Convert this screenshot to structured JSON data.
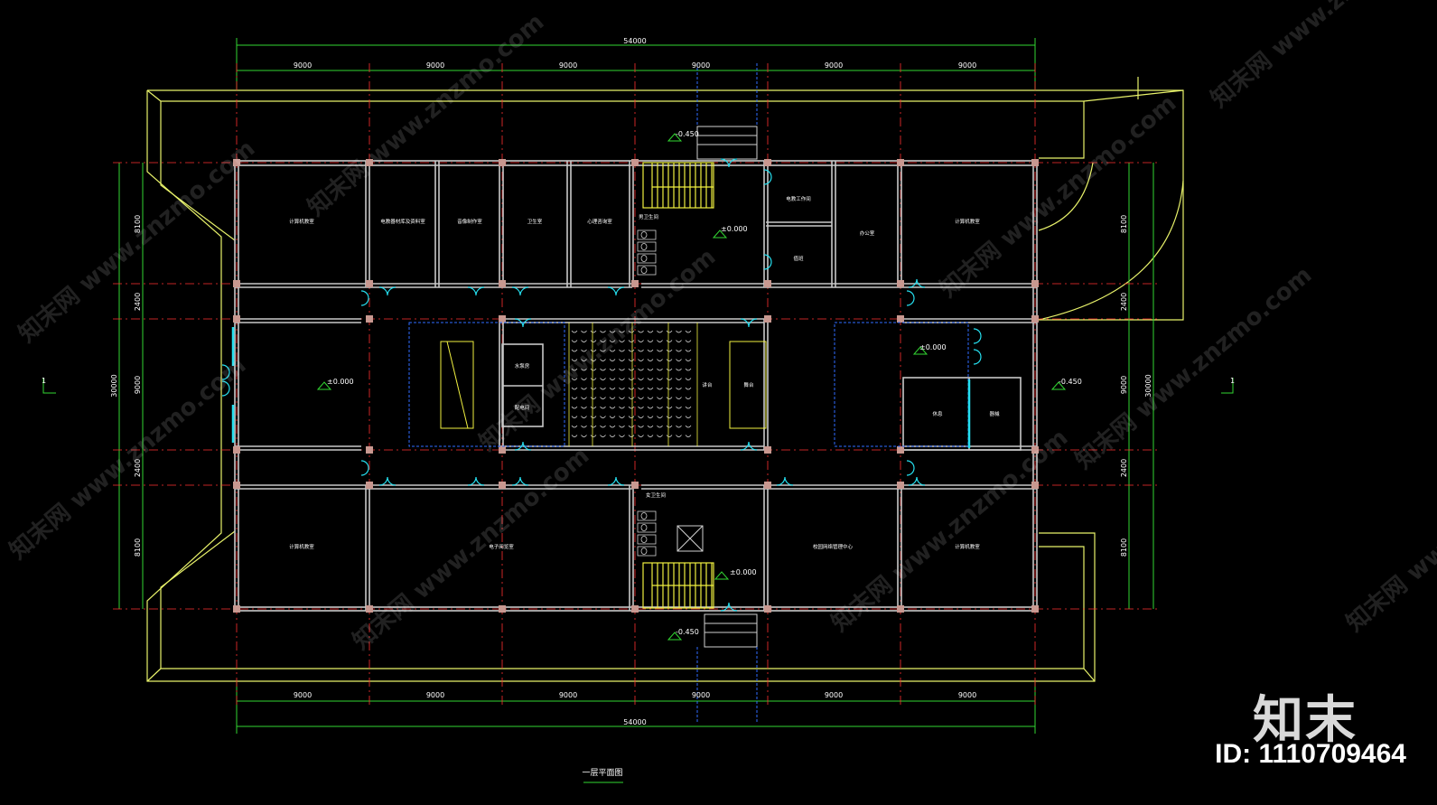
{
  "drawing": {
    "title": "一层平面图",
    "colors": {
      "background": "#000000",
      "outline": "#e8f26a",
      "dimension": "#32d632",
      "wall": "#c8c8c8",
      "axis": "#ff3030",
      "door": "#25e0f0",
      "stair": "#f0f040",
      "room_text": "#ffffff",
      "dashed": "#2f6cff"
    },
    "dims": {
      "overall_top": "54000",
      "overall_bottom": "54000",
      "bays": [
        "9000",
        "9000",
        "9000",
        "9000",
        "9000",
        "9000"
      ],
      "overall_side": "30000",
      "side_segments": [
        "8100",
        "2400",
        "9000",
        "2400",
        "8100"
      ]
    },
    "levels": {
      "entry_top": "-0.450",
      "entry_bottom": "-0.450",
      "entry_right": "-0.450",
      "stair_top": "±0.000",
      "stair_bottom": "±0.000",
      "hall_left": "±0.000",
      "hall_right": "±0.000"
    },
    "section_mark": "1",
    "rooms": {
      "r1": "计算机教室",
      "r2": "电教器材库及资料室",
      "r3": "音像制作室",
      "r4": "卫生室",
      "r5": "心理咨询室",
      "r6": "男卫生间",
      "r7": "电教工作间",
      "r8": "值班",
      "r9": "办公室",
      "r10": "计算机教室",
      "r11": "水泵房",
      "r12": "配电间",
      "r13": "讲台",
      "r14": "舞台",
      "r15": "休息",
      "r16": "器械",
      "r17": "女卫生间",
      "r18": "计算机教室",
      "r19": "电子阅览室",
      "r20": "校园网络管理中心",
      "r21": "计算机教室"
    },
    "watermark": {
      "brand": "知末",
      "id": "ID: 1110709464",
      "site": "知末网 www.znzmo.com"
    }
  }
}
